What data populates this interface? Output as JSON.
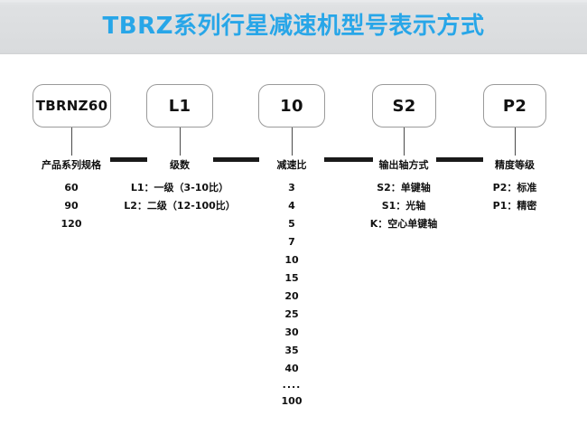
{
  "banner": {
    "title": "TBRZ系列行星减速机型号表示方式",
    "title_color": "#28a6e8",
    "background_color": "#dcdee0"
  },
  "diagram": {
    "type": "model-code-breakdown",
    "nodes": [
      {
        "label": "TBRNZ60"
      },
      {
        "label": "L1"
      },
      {
        "label": "10"
      },
      {
        "label": "S2"
      },
      {
        "label": "P2"
      }
    ],
    "columns": [
      {
        "header": "产品系列规格",
        "items": [
          "60",
          "90",
          "120"
        ]
      },
      {
        "header": "级数",
        "items": [
          "L1：一级（3-10比）",
          "L2：二级（12-100比）"
        ]
      },
      {
        "header": "减速比",
        "items": [
          "3",
          "4",
          "5",
          "7",
          "10",
          "15",
          "20",
          "25",
          "30",
          "35",
          "40",
          "....",
          "100"
        ]
      },
      {
        "header": "输出轴方式",
        "items": [
          "S2：单键轴",
          "S1：光轴",
          "K：空心单键轴"
        ]
      },
      {
        "header": "精度等级",
        "items": [
          "P2：标准",
          "P1：精密"
        ]
      }
    ]
  }
}
